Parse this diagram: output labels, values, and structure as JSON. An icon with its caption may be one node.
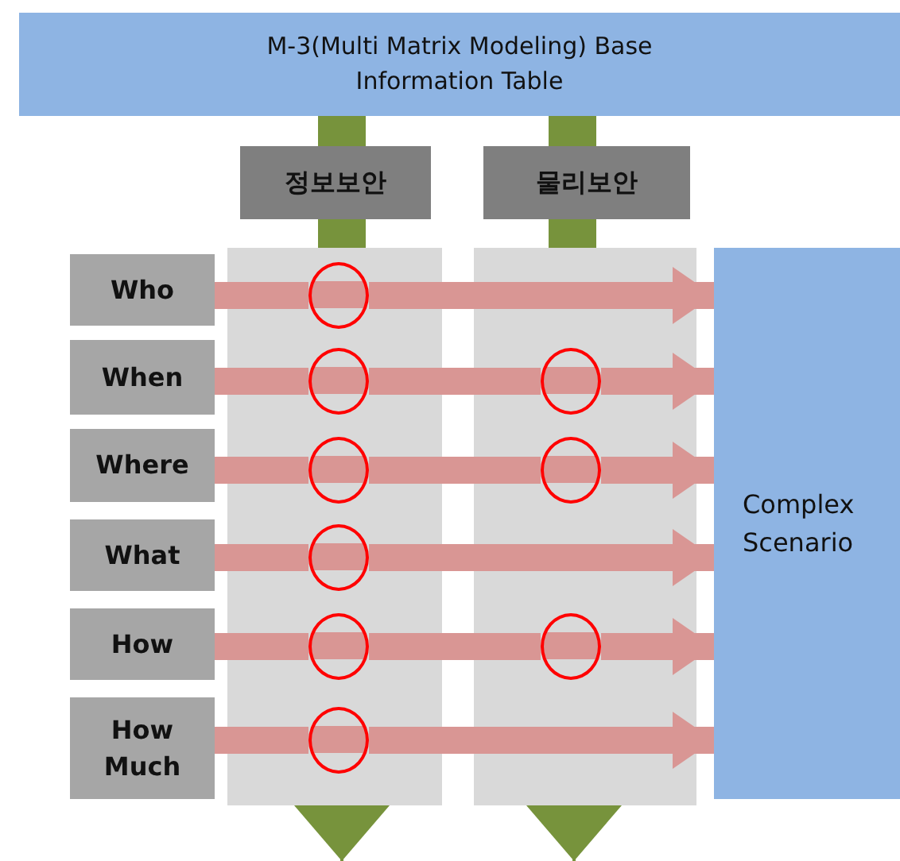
{
  "diagram": {
    "nodes": [
      {
        "text": [
          "M-3(Multi Matrix Modeling) Base Information Table"
        ]
      },
      {
        "text": [
          "정보보안"
        ]
      },
      {
        "text": [
          "물리보안"
        ]
      },
      {
        "text": [],
        "shape": "box"
      },
      {
        "text": [],
        "shape": "box"
      },
      {
        "text": [
          "Who"
        ]
      },
      {
        "text": [
          "When"
        ]
      },
      {
        "text": [
          "Where"
        ]
      },
      {
        "text": [
          "What"
        ]
      },
      {
        "text": [
          "How"
        ]
      },
      {
        "text": [
          "How Much"
        ]
      },
      {
        "text": [
          "Complex Scenario"
        ]
      },
      {
        "text": [],
        "shape": "circle",
        "in": 3
      },
      {
        "text": [],
        "shape": "circle",
        "in": 3
      },
      {
        "text": [],
        "shape": "circle",
        "in": 3
      },
      {
        "text": [],
        "shape": "circle",
        "in": 3
      },
      {
        "text": [],
        "shape": "circle",
        "in": 3
      },
      {
        "text": [],
        "shape": "circle",
        "in": 3
      },
      {
        "text": [],
        "shape": "circle",
        "in": 4
      },
      {
        "text": [],
        "shape": "circle",
        "in": 4
      },
      {
        "text": [],
        "shape": "circle",
        "in": 4
      }
    ],
    "edges": [
      {
        "from": 0,
        "to": 1,
        "arrow": "none",
        "color": "#77933c"
      },
      {
        "from": 1,
        "to": 3,
        "arrow": "none",
        "color": "#77933c"
      },
      {
        "from": 0,
        "to": 2,
        "arrow": "none",
        "color": "#77933c"
      },
      {
        "from": 2,
        "to": 4,
        "arrow": "none",
        "color": "#77933c"
      },
      {
        "from": 3,
        "to": null,
        "arrow": "to",
        "color": "#77933c"
      },
      {
        "from": 4,
        "to": null,
        "arrow": "to",
        "color": "#77933c"
      },
      {
        "from": 5,
        "to": 12,
        "arrow": "none",
        "color": "#d99694"
      },
      {
        "from": 12,
        "to": 11,
        "arrow": "to",
        "color": "#d99694"
      },
      {
        "from": 6,
        "to": 13,
        "arrow": "none",
        "color": "#d99694"
      },
      {
        "from": 13,
        "to": 18,
        "arrow": "none",
        "color": "#d99694"
      },
      {
        "from": 18,
        "to": 11,
        "arrow": "to",
        "color": "#d99694"
      },
      {
        "from": 7,
        "to": 14,
        "arrow": "none",
        "color": "#d99694"
      },
      {
        "from": 14,
        "to": 19,
        "arrow": "none",
        "color": "#d99694"
      },
      {
        "from": 19,
        "to": 11,
        "arrow": "to",
        "color": "#d99694"
      },
      {
        "from": 8,
        "to": 15,
        "arrow": "none",
        "color": "#d99694"
      },
      {
        "from": 15,
        "to": 11,
        "arrow": "to",
        "color": "#d99694"
      },
      {
        "from": 9,
        "to": 16,
        "arrow": "none",
        "color": "#d99694"
      },
      {
        "from": 16,
        "to": 20,
        "arrow": "none",
        "color": "#d99694"
      },
      {
        "from": 20,
        "to": 11,
        "arrow": "to",
        "color": "#d99694"
      },
      {
        "from": 10,
        "to": 17,
        "arrow": "none",
        "color": "#d99694"
      },
      {
        "from": 17,
        "to": 11,
        "arrow": "to",
        "color": "#d99694"
      }
    ]
  }
}
